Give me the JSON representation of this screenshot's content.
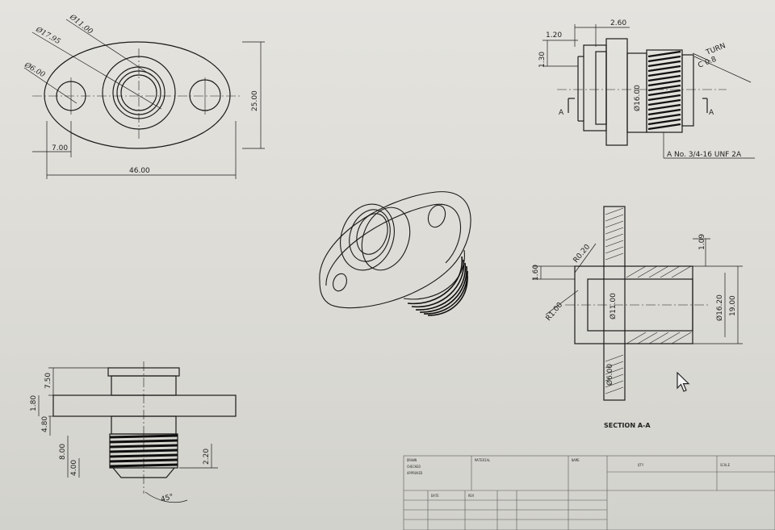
{
  "drawing": {
    "top_view": {
      "d_counterbore": "Ø17.95",
      "d_bore": "Ø11.00",
      "d_hole": "Ø6.00",
      "height": "25.00",
      "hole_offset": "7.00",
      "width": "46.00"
    },
    "side_view_top_right": {
      "dim_top": "2.60",
      "dim_small": "1.20",
      "dim_left": "1.30",
      "diameter": "Ø16.00",
      "chamfer_note": "C 0.8",
      "thread_note": "A No. 3/4-16 UNF 2A",
      "turn_note": "TURN",
      "section_mark": "A"
    },
    "section_view": {
      "fillet": "R0.20",
      "dim_left": "1.60",
      "radius": "R1.00",
      "bore": "Ø11.00",
      "od": "Ø16.20",
      "overall": "19.00",
      "flange": "Ø6.00",
      "dim_top": "1.09",
      "label": "SECTION A-A"
    },
    "front_view": {
      "dim_1": "7.50",
      "dim_2": "1.80",
      "dim_3": "4.80",
      "dim_4": "8.00",
      "dim_5": "4.00",
      "dim_6": "2.20",
      "angle": "45°"
    },
    "title_block": {
      "cells": [
        "DRAWN",
        "CHECKED",
        "APPROVED",
        "MATERIAL",
        "NAME",
        "QTY",
        "SCALE",
        "DATE",
        "REV"
      ]
    }
  },
  "colors": {
    "ink": "#1a1a1a",
    "paper": "#e2e1dc"
  }
}
